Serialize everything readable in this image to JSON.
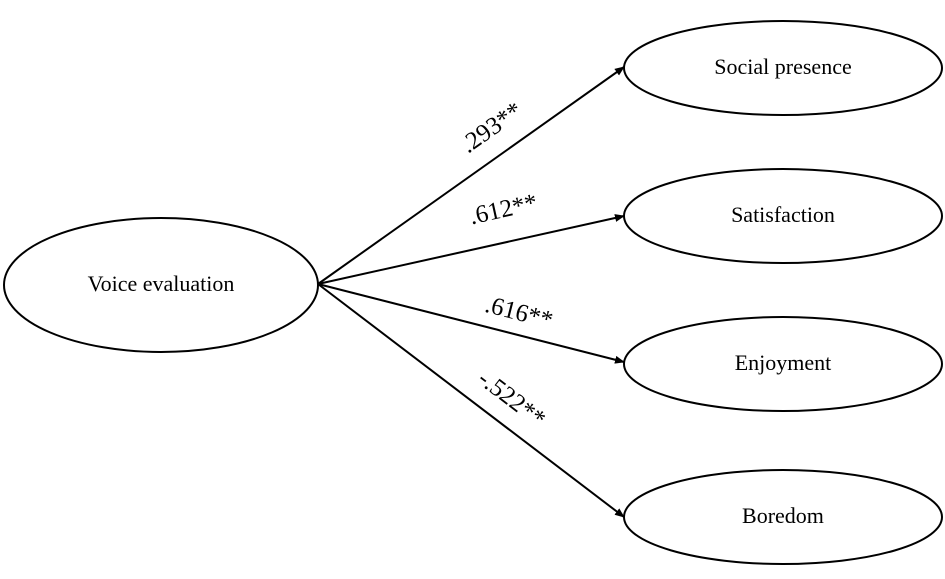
{
  "source": {
    "label": "Voice evaluation"
  },
  "targets": [
    {
      "label": "Social presence",
      "coefficient": ".293**"
    },
    {
      "label": "Satisfaction",
      "coefficient": ".612**"
    },
    {
      "label": "Enjoyment",
      "coefficient": ".616**"
    },
    {
      "label": "Boredom",
      "coefficient": "-.522**"
    }
  ]
}
